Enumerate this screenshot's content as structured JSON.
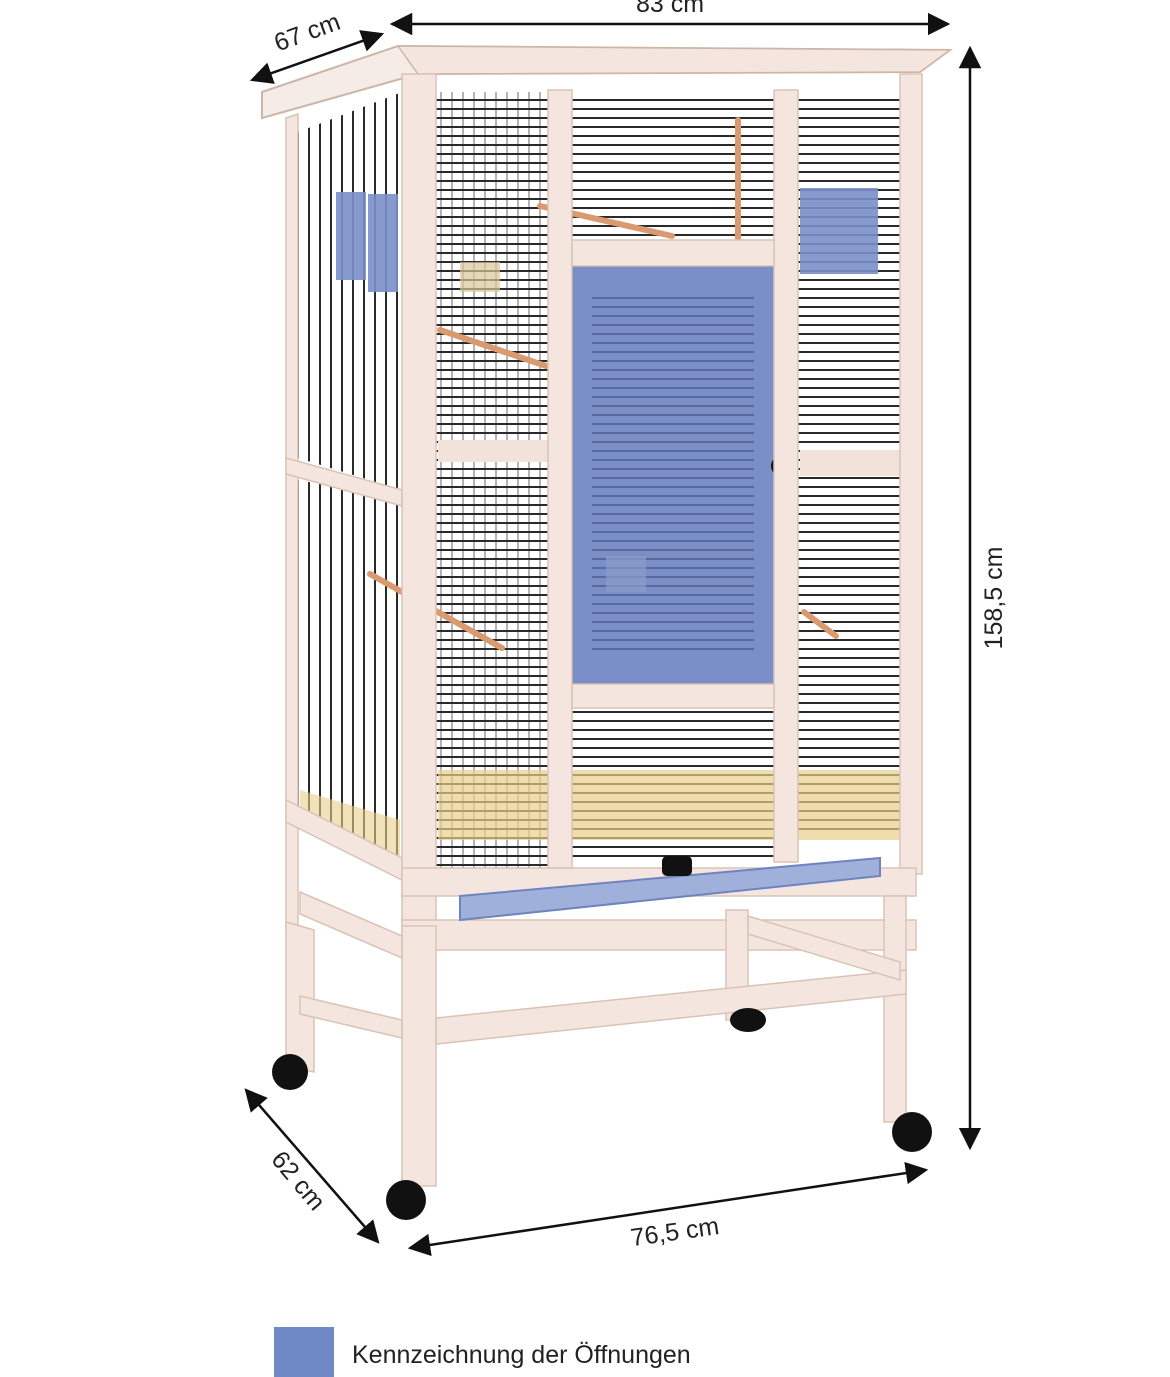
{
  "dimensions": {
    "top_width": "83 cm",
    "top_depth": "67 cm",
    "height": "158,5 cm",
    "base_depth": "62 cm",
    "base_width": "76,5 cm"
  },
  "legend": {
    "label": "Kennzeichnung der Öffnungen",
    "color": "#6f89c4"
  },
  "colors": {
    "wood": "#f4e6df",
    "wood_edge": "#d9c3b6",
    "bars": "#2a2a2a",
    "opening": "#7a8fc8",
    "floor": "#e8cf8a",
    "perch": "#d99a70",
    "wheel": "#111111"
  }
}
